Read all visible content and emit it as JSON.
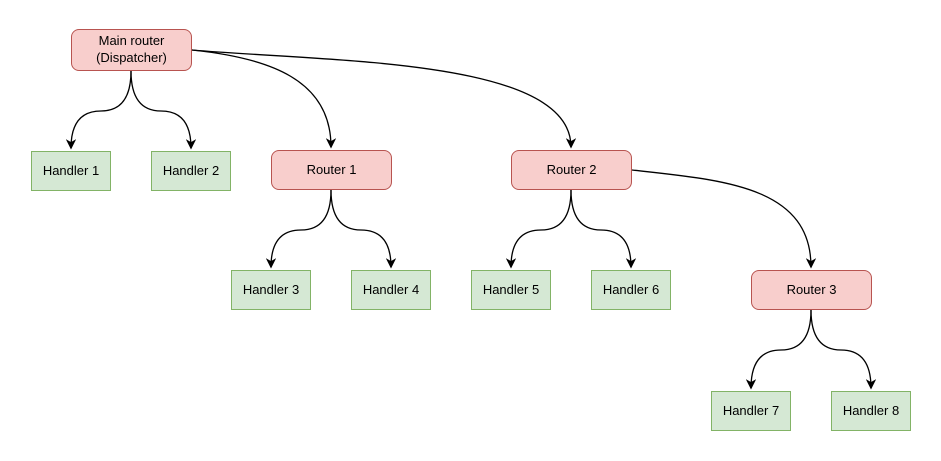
{
  "diagram": {
    "type": "flowchart",
    "nodes": {
      "main": {
        "label": "Main router (Dispatcher)",
        "kind": "router"
      },
      "handler1": {
        "label": "Handler 1",
        "kind": "handler"
      },
      "handler2": {
        "label": "Handler 2",
        "kind": "handler"
      },
      "router1": {
        "label": "Router 1",
        "kind": "router"
      },
      "router2": {
        "label": "Router 2",
        "kind": "router"
      },
      "handler3": {
        "label": "Handler 3",
        "kind": "handler"
      },
      "handler4": {
        "label": "Handler 4",
        "kind": "handler"
      },
      "handler5": {
        "label": "Handler 5",
        "kind": "handler"
      },
      "handler6": {
        "label": "Handler 6",
        "kind": "handler"
      },
      "router3": {
        "label": "Router 3",
        "kind": "router"
      },
      "handler7": {
        "label": "Handler 7",
        "kind": "handler"
      },
      "handler8": {
        "label": "Handler 8",
        "kind": "handler"
      }
    },
    "edges": [
      {
        "from": "main",
        "to": "handler1"
      },
      {
        "from": "main",
        "to": "handler2"
      },
      {
        "from": "main",
        "to": "router1"
      },
      {
        "from": "main",
        "to": "router2"
      },
      {
        "from": "router1",
        "to": "handler3"
      },
      {
        "from": "router1",
        "to": "handler4"
      },
      {
        "from": "router2",
        "to": "handler5"
      },
      {
        "from": "router2",
        "to": "handler6"
      },
      {
        "from": "router2",
        "to": "router3"
      },
      {
        "from": "router3",
        "to": "handler7"
      },
      {
        "from": "router3",
        "to": "handler8"
      }
    ],
    "colors": {
      "router_fill": "#f8cecc",
      "router_border": "#b85450",
      "handler_fill": "#d5e8d4",
      "handler_border": "#82b366",
      "edge": "#000000",
      "background": "#ffffff"
    }
  }
}
